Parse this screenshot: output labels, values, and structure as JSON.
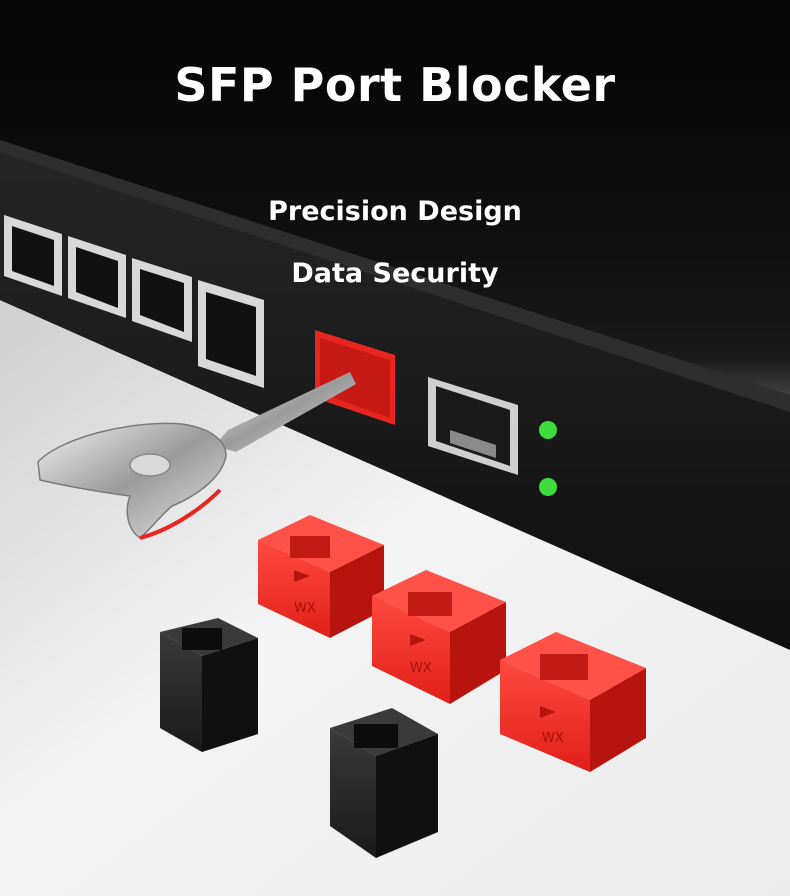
{
  "title": "SFP Port Blocker",
  "features": [
    "Precision Design",
    "Data Security"
  ],
  "blocker_embossed_text": "WX",
  "colors": {
    "blocker_red": "#e8251f",
    "blocker_black": "#1e1e1e",
    "led_green": "#3fdc3f",
    "switch_body": "#161616",
    "floor": "#efefef"
  },
  "icons": [
    "key",
    "rj45-port",
    "sfp-port",
    "status-led",
    "port-blocker-red",
    "port-blocker-black"
  ]
}
